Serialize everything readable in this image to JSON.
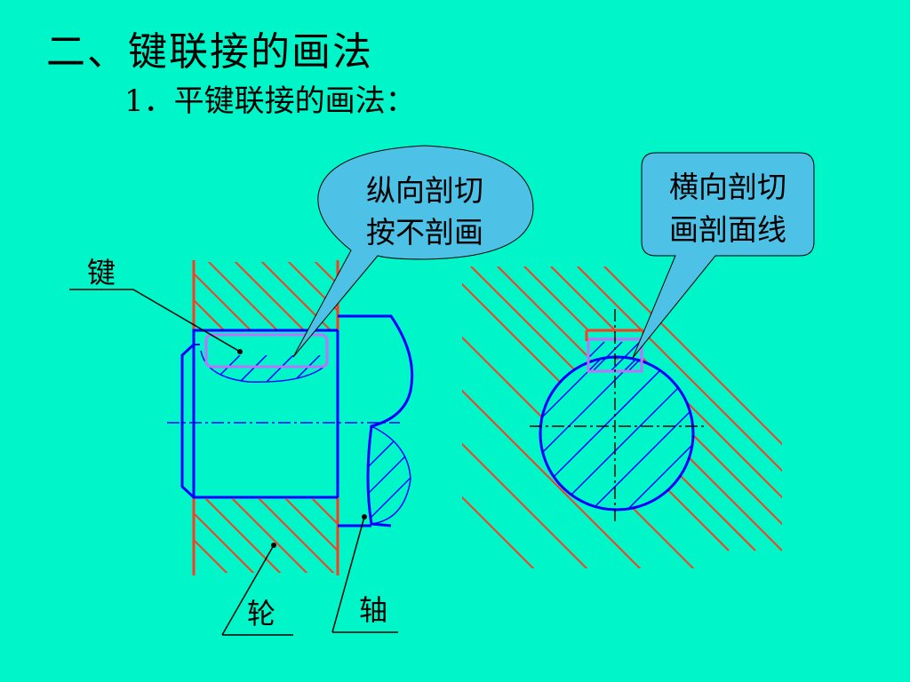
{
  "title": "二、键联接的画法",
  "subtitle": "1．平键联接的画法：",
  "diagram": {
    "callout_longitudinal": [
      "纵向剖切",
      "按不剖画"
    ],
    "callout_transverse": [
      "横向剖切",
      "画剖面线"
    ],
    "label_key": "键",
    "label_wheel": "轮",
    "label_shaft": "轴"
  },
  "colors": {
    "background": "#00f5c8",
    "hatch": "#ff3b1f",
    "outline": "#0000ff",
    "key": "#c070ff",
    "callout_fill": "#4ec1e6"
  }
}
